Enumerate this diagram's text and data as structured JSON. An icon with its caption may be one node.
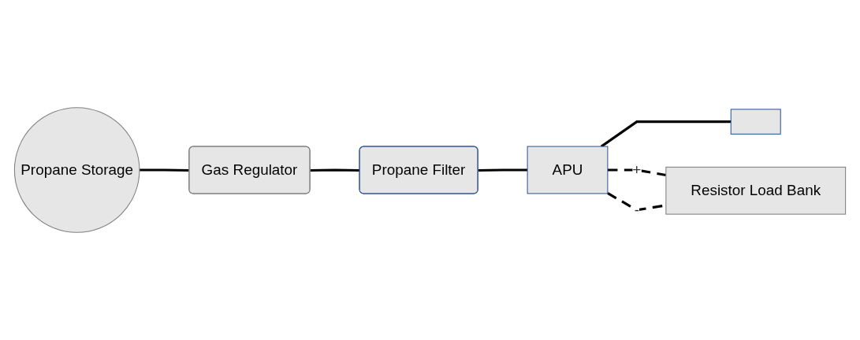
{
  "diagram": {
    "nodes": [
      {
        "text": [
          "Propane Storage"
        ]
      },
      {
        "text": [
          "Gas Regulator"
        ]
      },
      {
        "text": [
          "Propane Filter"
        ]
      },
      {
        "text": [
          "APU"
        ]
      },
      {
        "text": [],
        "shape": "box"
      },
      {
        "text": [
          "Resistor Load Bank"
        ]
      }
    ],
    "edges": [
      {
        "from": 0,
        "to": 1,
        "arrow": "none"
      },
      {
        "from": 1,
        "to": 2,
        "arrow": "none"
      },
      {
        "from": 2,
        "to": 3,
        "arrow": "none"
      },
      {
        "from": 3,
        "to": 4,
        "arrow": "none"
      },
      {
        "from": 3,
        "to": 5,
        "label": "+",
        "arrow": "none",
        "style": "dashed"
      },
      {
        "from": 3,
        "to": 5,
        "label": "-",
        "arrow": "none",
        "style": "dashed"
      }
    ]
  }
}
